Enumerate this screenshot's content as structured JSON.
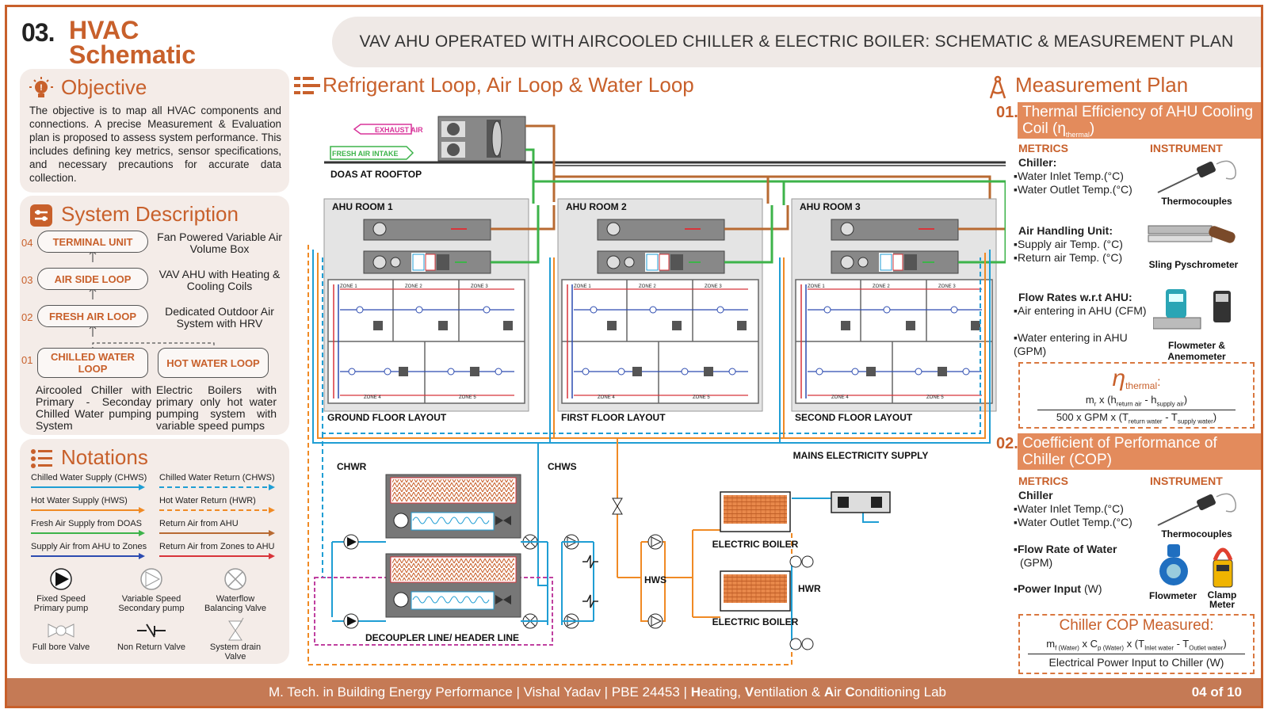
{
  "header": {
    "number": "03.",
    "title_line1": "HVAC",
    "title_line2": "Schematic",
    "banner": "VAV AHU OPERATED WITH AIRCOOLED CHILLER & ELECTRIC BOILER: SCHEMATIC & MEASUREMENT PLAN"
  },
  "objective": {
    "heading": "Objective",
    "text": "The objective is to map all HVAC components and connections. A precise Measurement & Evaluation plan is proposed to assess system performance. This includes defining key metrics, sensor specifications, and necessary precautions for accurate data collection."
  },
  "system": {
    "heading": "System Description",
    "levels": [
      {
        "num": "04",
        "label": "TERMINAL UNIT",
        "desc": "Fan Powered Variable Air Volume Box"
      },
      {
        "num": "03",
        "label": "AIR SIDE LOOP",
        "desc": "VAV AHU with Heating & Cooling Coils"
      },
      {
        "num": "02",
        "label": "FRESH AIR LOOP",
        "desc": "Dedicated Outdoor Air System with HRV"
      }
    ],
    "level01": {
      "num": "01",
      "left_label": "CHILLED WATER LOOP",
      "right_label": "HOT WATER LOOP",
      "left_desc": "Aircooled Chiller with Primary - Seconday Chilled Water pumping System",
      "right_desc": "Electric Boilers with primary only hot water pumping system with variable speed pumps"
    }
  },
  "notations": {
    "heading": "Notations",
    "lines": [
      {
        "text": "Chilled Water Supply (CHWS)",
        "color": "#1f9ed4",
        "style": "solid"
      },
      {
        "text": "Chilled Water Return (CHWS)",
        "color": "#1f9ed4",
        "style": "dashed"
      },
      {
        "text": "Hot Water Supply (HWS)",
        "color": "#f08a24",
        "style": "solid"
      },
      {
        "text": "Hot Water Return (HWR)",
        "color": "#f08a24",
        "style": "dashed"
      },
      {
        "text": "Fresh Air Supply from DOAS",
        "color": "#3db34a",
        "style": "solid"
      },
      {
        "text": "Return Air from AHU",
        "color": "#b86a32",
        "style": "solid"
      },
      {
        "text": "Supply Air from AHU to Zones",
        "color": "#2c4bb0",
        "style": "solid"
      },
      {
        "text": "Return Air from Zones to AHU",
        "color": "#d8343a",
        "style": "solid"
      }
    ],
    "symbols": [
      {
        "text": "Fixed Speed Primary pump",
        "icon": "fixed-pump-icon"
      },
      {
        "text": "Variable Speed Secondary pump",
        "icon": "variable-pump-icon"
      },
      {
        "text": "Waterflow Balancing Valve",
        "icon": "balancing-valve-icon"
      },
      {
        "text": "Full bore Valve",
        "icon": "full-bore-valve-icon"
      },
      {
        "text": "Non Return Valve",
        "icon": "non-return-valve-icon"
      },
      {
        "text": "System drain Valve",
        "icon": "drain-valve-icon"
      }
    ]
  },
  "schematic": {
    "heading": "Refrigerant Loop, Air Loop & Water Loop",
    "exhaust": "EXHAUST AIR",
    "fresh": "FRESH AIR INTAKE",
    "doas": "DOAS AT ROOFTOP",
    "rooms": [
      {
        "title": "AHU ROOM 1",
        "floor": "GROUND FLOOR LAYOUT"
      },
      {
        "title": "AHU ROOM 2",
        "floor": "FIRST FLOOR LAYOUT"
      },
      {
        "title": "AHU ROOM 3",
        "floor": "SECOND FLOOR LAYOUT"
      }
    ],
    "zones": [
      "ZONE 1",
      "ZONE 2",
      "ZONE 3",
      "ZONE 4",
      "ZONE 5"
    ],
    "chwr": "CHWR",
    "chws": "CHWS",
    "decoupler": "DECOUPLER LINE/ HEADER LINE",
    "hws": "HWS",
    "hwr": "HWR",
    "boiler1": "ELECTRIC BOILER",
    "boiler2": "ELECTRIC BOILER",
    "mains": "MAINS ELECTRICITY SUPPLY"
  },
  "plan": {
    "heading": "Measurement Plan",
    "s1": {
      "num": "01.",
      "title": "Thermal Efficiency of AHU Cooling Coil (η",
      "title_sub": "thermal",
      "title_end": ")",
      "metrics": "METRICS",
      "instrument": "INSTRUMENT",
      "chiller": "Chiller:",
      "ch_items": [
        "Water Inlet Temp.(°C)",
        "Water Outlet Temp.(°C)"
      ],
      "thermo": "Thermocouples",
      "ahu": "Air Handling Unit:",
      "ahu_items": [
        "Supply air Temp. (°C)",
        "Return air Temp. (°C)"
      ],
      "sling": "Sling Pyschrometer",
      "flow": "Flow Rates w.r.t AHU:",
      "flow_items": [
        "Air entering in AHU (CFM)",
        "Water entering in AHU (GPM)"
      ],
      "flowmeter": "Flowmeter & Anemometer",
      "eta": "η",
      "eta_sub": "thermal",
      "eta_colon": ":",
      "num_a": "m",
      "num_b": "r",
      "num_c": " x (h",
      "num_d": "return air",
      "num_e": " - h",
      "num_f": "supply air",
      "num_g": ")",
      "den_a": "500 x GPM x (T",
      "den_b": "return water",
      "den_c": " - T",
      "den_d": "supply water",
      "den_e": ")"
    },
    "s2": {
      "num": "02.",
      "title": "Coefficient of Performance of Chiller (COP)",
      "metrics": "METRICS",
      "instrument": "INSTRUMENT",
      "chiller": "Chiller",
      "ch_items": [
        "Water Inlet Temp.(°C)",
        "Water Outlet Temp.(°C)"
      ],
      "thermo": "Thermocouples",
      "flowrate": "Flow Rate of Water",
      "gpm": "(GPM)",
      "power": "Power Input",
      "power_unit": "(W)",
      "flowmeter": "Flowmeter",
      "clamp": "Clamp Meter",
      "cop_title": "Chiller COP Measured:",
      "cop_a": "m",
      "cop_b": "f (Water)",
      "cop_c": " x C",
      "cop_d": "p (Water)",
      "cop_e": " x (T",
      "cop_f": "Inlet water",
      "cop_g": " - T",
      "cop_h": "Outlet water",
      "cop_i": ")",
      "cop_den": "Electrical Power Input to Chiller (W)"
    }
  },
  "footer": {
    "p1": "M. Tech. in Building Energy Performance  |  Vishal Yadav  |  PBE 24453  |  ",
    "h": "H",
    "p2": "eating, ",
    "v": "V",
    "p3": "entilation & ",
    "a": "A",
    "p4": "ir ",
    "c": "C",
    "p5": "onditioning Lab",
    "page": "04 of 10"
  }
}
